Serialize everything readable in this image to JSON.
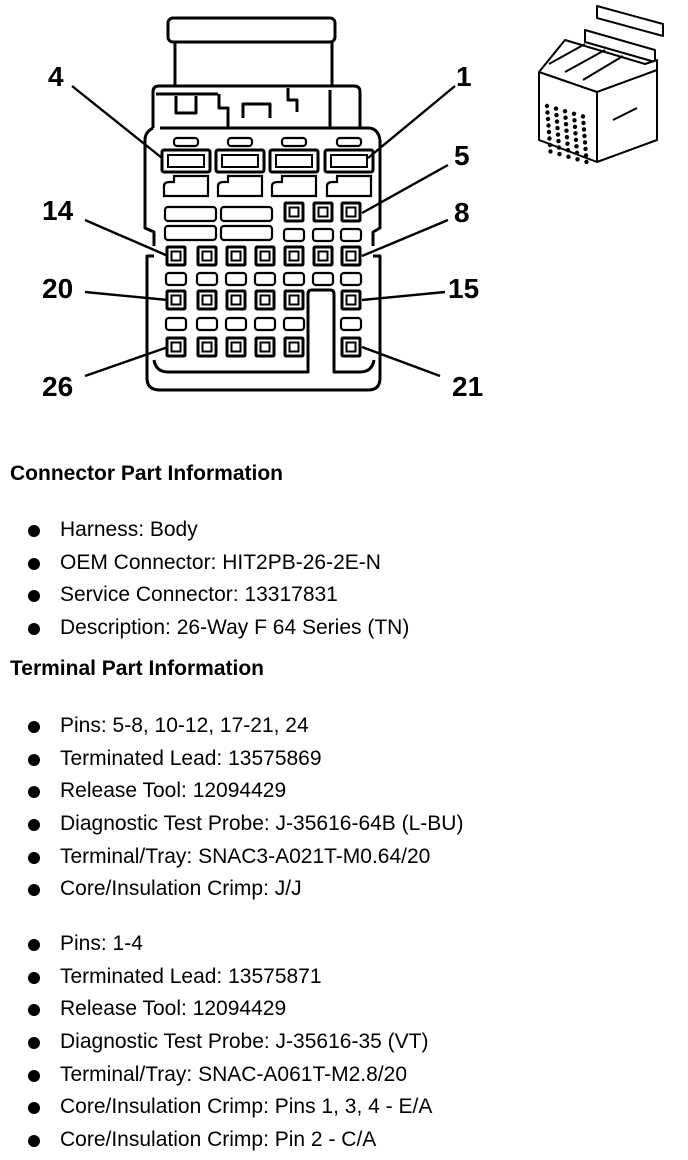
{
  "diagram": {
    "title": "26-way connector face view",
    "pin_callouts": [
      "4",
      "1",
      "5",
      "14",
      "8",
      "20",
      "15",
      "26",
      "21"
    ]
  },
  "connector_info": {
    "heading": "Connector Part Information",
    "items": [
      "Harness: Body",
      "OEM Connector: HIT2PB-26-2E-N",
      "Service Connector: 13317831",
      "Description: 26-Way F 64 Series (TN)"
    ]
  },
  "terminal_info": {
    "heading": "Terminal Part Information",
    "groups": [
      {
        "items": [
          "Pins: 5-8, 10-12, 17-21, 24",
          "Terminated Lead: 13575869",
          "Release Tool: 12094429",
          "Diagnostic Test Probe: J-35616-64B (L-BU)",
          "Terminal/Tray: SNAC3-A021T-M0.64/20",
          "Core/Insulation Crimp: J/J"
        ]
      },
      {
        "items": [
          "Pins: 1-4",
          "Terminated Lead: 13575871",
          "Release Tool: 12094429",
          "Diagnostic Test Probe: J-35616-35 (VT)",
          "Terminal/Tray: SNAC-A061T-M2.8/20",
          "Core/Insulation Crimp: Pins 1, 3, 4 - E/A",
          "Core/Insulation Crimp: Pin 2 - C/A"
        ]
      }
    ]
  }
}
